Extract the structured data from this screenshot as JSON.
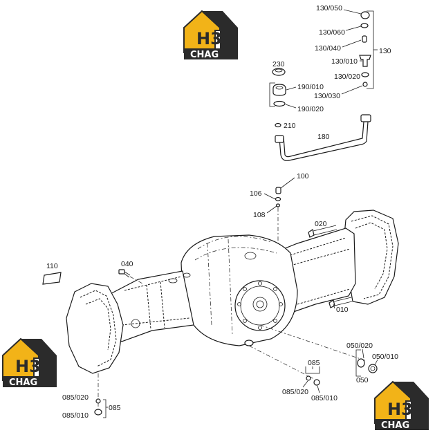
{
  "colors": {
    "logo_gold": "#f2b318",
    "logo_dark": "#2b2b2b",
    "line": "#1a1a1a"
  },
  "logo": {
    "mark": "H3",
    "word": "CHAG"
  },
  "labels": {
    "p130_050": "130/050",
    "p130_060": "130/060",
    "p130_040": "130/040",
    "p130": "130",
    "p130_010": "130/010",
    "p130_020": "130/020",
    "p130_030": "130/030",
    "p230": "230",
    "p190_010": "190/010",
    "p190_020": "190/020",
    "p210": "210",
    "p180": "180",
    "p100": "100",
    "p106": "106",
    "p108": "108",
    "p020": "020",
    "p110": "110",
    "p040": "040",
    "p010": "010",
    "p050_020": "050/020",
    "p050_010": "050/010",
    "p050": "050",
    "p085_right": "085",
    "p085_020_right": "085/020",
    "p085_010_right": "085/010",
    "p085_020_left": "085/020",
    "p085_left": "085",
    "p085_010_left": "085/010"
  }
}
